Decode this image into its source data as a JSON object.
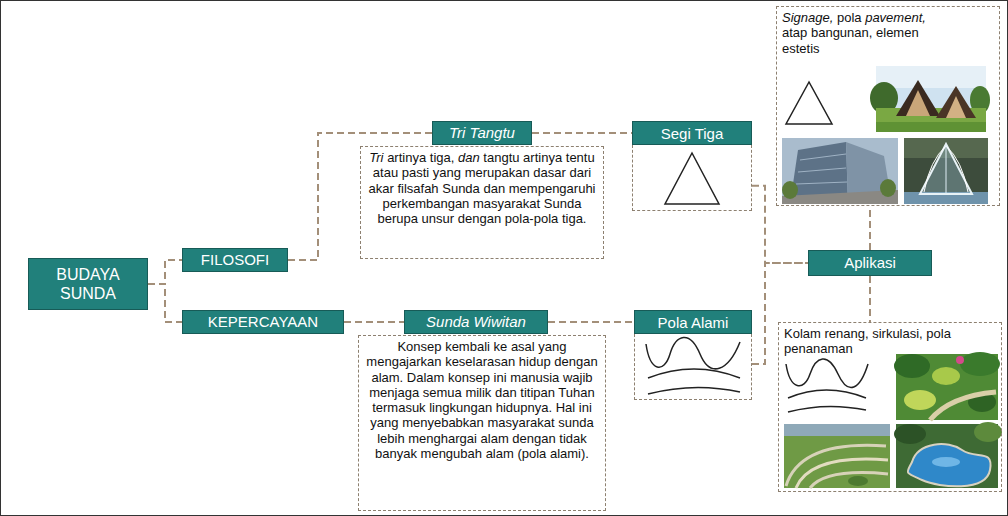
{
  "diagram": {
    "nodes": [
      {
        "text": [
          "BUDAYA SUNDA"
        ]
      },
      {
        "text": [
          "FILOSOFI"
        ]
      },
      {
        "text": [
          "KEPERCAYAAN"
        ]
      },
      {
        "text": [
          "Tri Tangtu"
        ]
      },
      {
        "text": [
          "Tri artinya tiga, dan tangtu artinya tentu atau pasti yang merupakan dasar dari akar filsafah Sunda dan mempengaruhi perkembangan masyarakat Sunda berupa unsur dengan pola-pola tiga."
        ]
      },
      {
        "text": [
          "Segi Tiga"
        ]
      },
      {
        "text": [
          "Sunda Wiwitan"
        ]
      },
      {
        "text": [
          "Konsep kembali ke asal yang mengajarkan keselarasan hidup dengan alam. Dalam konsep ini manusia wajib menjaga semua milik dan titipan Tuhan termasuk lingkungan hidupnya. Hal ini yang menyebabkan masyarakat sunda lebih menghargai alam dengan tidak banyak mengubah alam (pola alami)."
        ]
      },
      {
        "text": [
          "Pola Alami"
        ]
      },
      {
        "text": [
          "Aplikasi"
        ]
      },
      {
        "text": [
          "Signage, pola pavement, atap bangunan, elemen estetis"
        ]
      },
      {
        "text": [
          "Kolam renang, sirkulasi, pola penanaman"
        ]
      }
    ],
    "edges": [
      {
        "from": 0,
        "to": 1,
        "arrow": "none"
      },
      {
        "from": 0,
        "to": 2,
        "arrow": "none"
      },
      {
        "from": 1,
        "to": 3,
        "arrow": "none"
      },
      {
        "from": 2,
        "to": 6,
        "arrow": "none"
      },
      {
        "from": 3,
        "to": 5,
        "arrow": "none"
      },
      {
        "from": 6,
        "to": 8,
        "arrow": "none"
      },
      {
        "from": 5,
        "to": 9,
        "arrow": "none"
      },
      {
        "from": 8,
        "to": 9,
        "arrow": "none"
      },
      {
        "from": 9,
        "to": 10,
        "arrow": "none"
      },
      {
        "from": 9,
        "to": 11,
        "arrow": "none"
      }
    ]
  }
}
